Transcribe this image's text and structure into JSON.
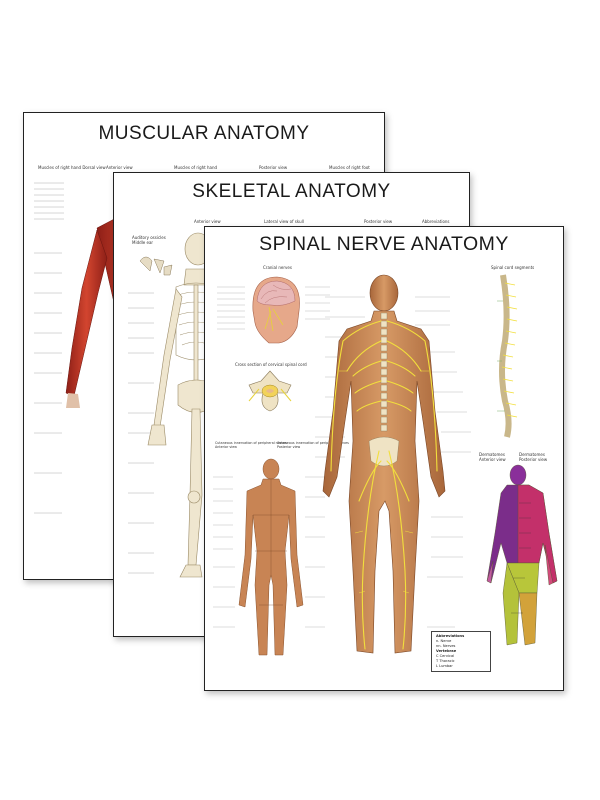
{
  "posters": {
    "muscular": {
      "title": "MUSCULAR ANATOMY",
      "view_labels": [
        "Muscles of right hand\nDorsal view",
        "Anterior view",
        "Muscles of right hand",
        "Posterior view",
        "Muscles of right foot"
      ]
    },
    "skeletal": {
      "title": "SKELETAL ANATOMY",
      "view_labels": [
        "Anterior view",
        "Lateral view of skull",
        "Posterior view",
        "Abbreviations",
        "Auditory ossicles\nMiddle ear"
      ]
    },
    "spinal": {
      "title": "SPINAL NERVE ANATOMY",
      "view_labels": [
        "Cranial nerves",
        "Spinal cord segments",
        "Cross section of cervical spinal cord",
        "Cutaneous innervation of peripheral nerves\nAnterior view",
        "Cutaneous innervation of peripheral nerves\nPosterior view",
        "Dermatomes\nAnterior view",
        "Dermatomes\nPosterior view"
      ],
      "abbreviations": {
        "title": "Abbreviations",
        "lines": [
          "n. Nerve",
          "nn. Nerves",
          "Vertebrae",
          "C  Cervical",
          "T  Thoracic",
          "L  Lumbar"
        ]
      }
    }
  },
  "colors": {
    "muscle": "#c0392b",
    "bone": "#e8dcc0",
    "skin": "#c9864f",
    "nerve": "#e6d23a",
    "dermatome_purple": "#7b2d8a",
    "dermatome_yellow": "#b7c43a"
  }
}
